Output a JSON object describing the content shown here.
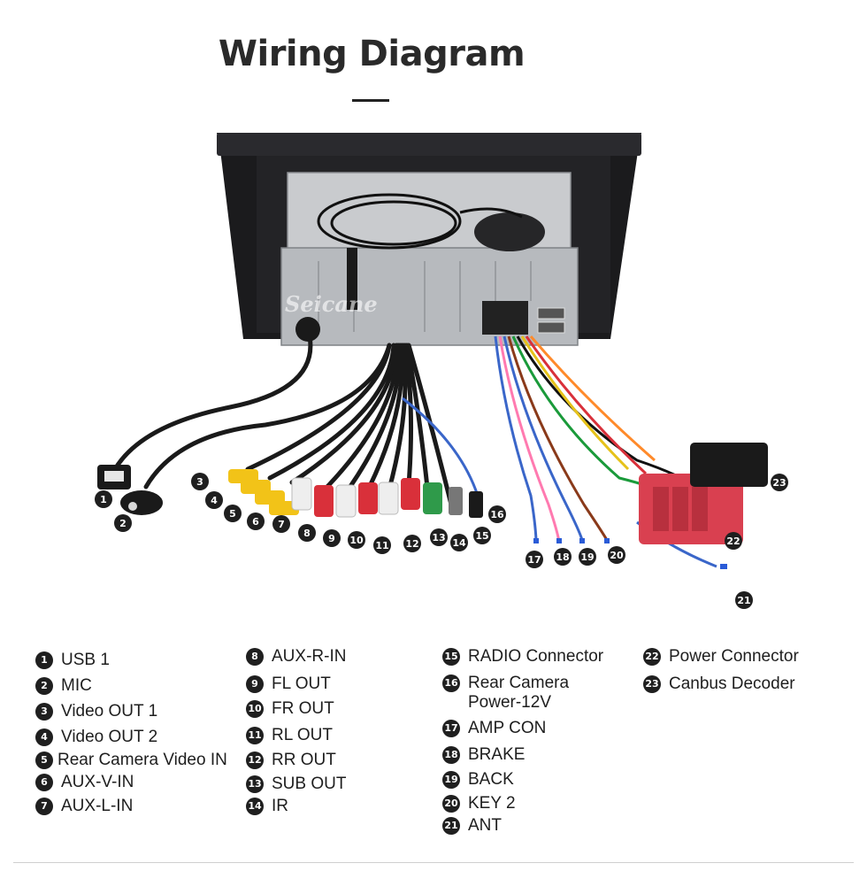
{
  "title": "Wiring Diagram",
  "watermark": "Seicane",
  "legend": [
    {
      "num": "1",
      "label": "USB 1"
    },
    {
      "num": "2",
      "label": "MIC"
    },
    {
      "num": "3",
      "label": "Video OUT 1"
    },
    {
      "num": "4",
      "label": "Video OUT 2"
    },
    {
      "num": "5",
      "label": "Rear Camera Video IN"
    },
    {
      "num": "6",
      "label": "AUX-V-IN"
    },
    {
      "num": "7",
      "label": "AUX-L-IN"
    },
    {
      "num": "8",
      "label": "AUX-R-IN"
    },
    {
      "num": "9",
      "label": "FL OUT"
    },
    {
      "num": "10",
      "label": "FR OUT"
    },
    {
      "num": "11",
      "label": "RL OUT"
    },
    {
      "num": "12",
      "label": "RR OUT"
    },
    {
      "num": "13",
      "label": "SUB OUT"
    },
    {
      "num": "14",
      "label": "IR"
    },
    {
      "num": "15",
      "label": "RADIO Connector"
    },
    {
      "num": "16",
      "label": "Rear Camera Power-12V"
    },
    {
      "num": "17",
      "label": "AMP CON"
    },
    {
      "num": "18",
      "label": "BRAKE"
    },
    {
      "num": "19",
      "label": "BACK"
    },
    {
      "num": "20",
      "label": "KEY 2"
    },
    {
      "num": "21",
      "label": "ANT"
    },
    {
      "num": "22",
      "label": "Power Connector"
    },
    {
      "num": "23",
      "label": "Canbus Decoder"
    }
  ],
  "colors": {
    "badge": "#1f1f1f",
    "bezel": "#1b1b1d",
    "chassis": "#c9cbce",
    "rca_yellow": "#f2c318",
    "rca_red": "#d9303a",
    "rca_white": "#eeeeee",
    "rca_green": "#2f9a4a",
    "power_plug": "#d94050"
  }
}
